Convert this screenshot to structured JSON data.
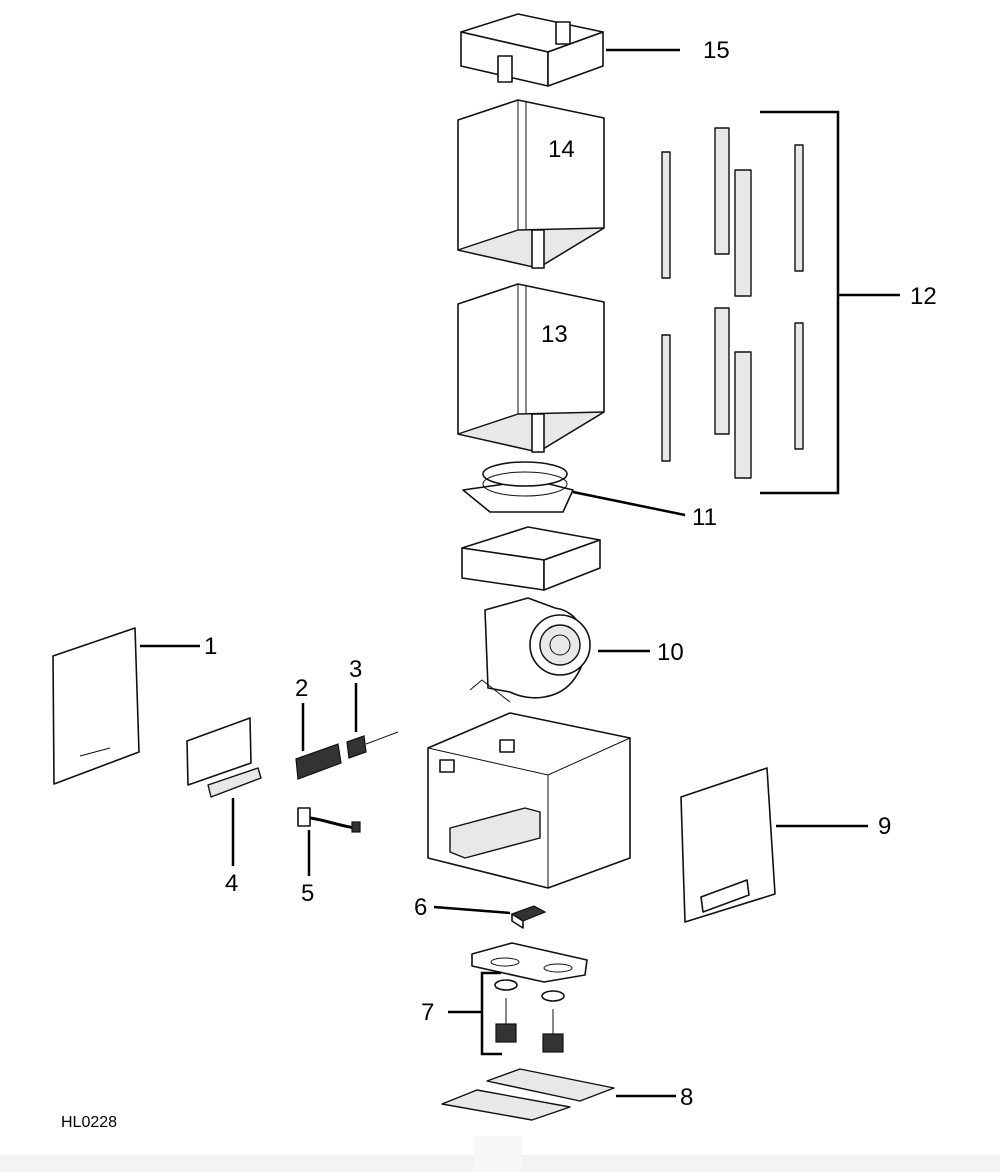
{
  "diagram": {
    "code": "HL0228",
    "callouts": [
      {
        "id": "1",
        "text": "1"
      },
      {
        "id": "2",
        "text": "2"
      },
      {
        "id": "3",
        "text": "3"
      },
      {
        "id": "4",
        "text": "4"
      },
      {
        "id": "5",
        "text": "5"
      },
      {
        "id": "6",
        "text": "6"
      },
      {
        "id": "7",
        "text": "7"
      },
      {
        "id": "8",
        "text": "8"
      },
      {
        "id": "9",
        "text": "9"
      },
      {
        "id": "10",
        "text": "10"
      },
      {
        "id": "11",
        "text": "11"
      },
      {
        "id": "12",
        "text": "12"
      },
      {
        "id": "13",
        "text": "13"
      },
      {
        "id": "14",
        "text": "14"
      },
      {
        "id": "15",
        "text": "15"
      }
    ]
  }
}
